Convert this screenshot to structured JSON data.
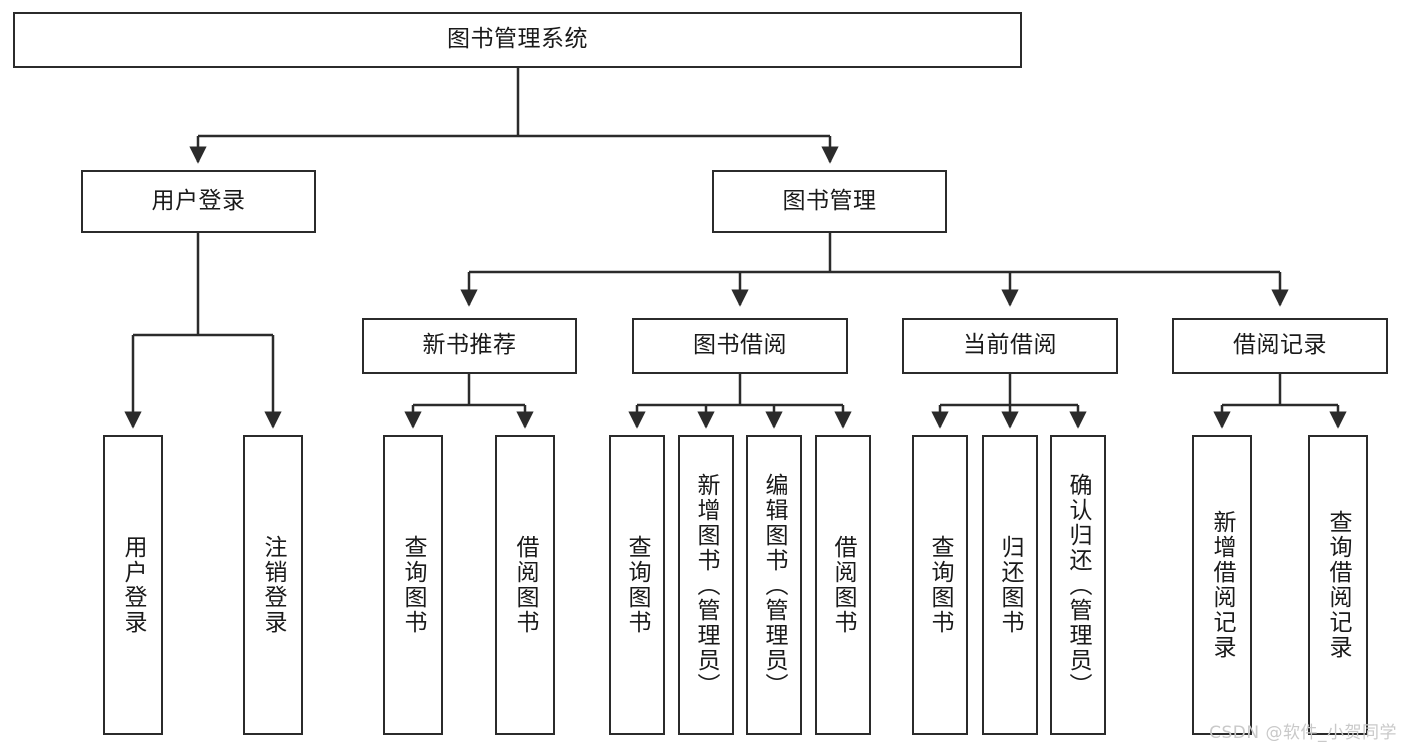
{
  "diagram": {
    "type": "tree-hierarchy",
    "title": "图书管理系统",
    "watermark": "CSDN @软件_小贺同学",
    "colors": {
      "stroke": "#2b2b2b",
      "fill": "#ffffff",
      "text": "#1a1a1a",
      "watermark": "#c9c9c9"
    },
    "levels": {
      "root": {
        "label": "图书管理系统"
      },
      "level2": [
        {
          "id": "user-login",
          "label": "用户登录"
        },
        {
          "id": "book-manage",
          "label": "图书管理"
        }
      ],
      "level3": [
        {
          "id": "new-book-recommend",
          "label": "新书推荐",
          "parent": "book-manage"
        },
        {
          "id": "book-borrow",
          "label": "图书借阅",
          "parent": "book-manage"
        },
        {
          "id": "current-borrow",
          "label": "当前借阅",
          "parent": "book-manage"
        },
        {
          "id": "borrow-record",
          "label": "借阅记录",
          "parent": "book-manage"
        }
      ],
      "leaves": [
        {
          "id": "leaf-user-login",
          "label": "用户登录",
          "parent": "user-login"
        },
        {
          "id": "leaf-logout-login",
          "label": "注销登录",
          "parent": "user-login"
        },
        {
          "id": "leaf-query-book-1",
          "label": "查询图书",
          "parent": "new-book-recommend"
        },
        {
          "id": "leaf-borrow-book-1",
          "label": "借阅图书",
          "parent": "new-book-recommend"
        },
        {
          "id": "leaf-query-book-2",
          "label": "查询图书",
          "parent": "book-borrow"
        },
        {
          "id": "leaf-add-book",
          "label": "新增图书（管理员）",
          "parent": "book-borrow"
        },
        {
          "id": "leaf-edit-book",
          "label": "编辑图书（管理员）",
          "parent": "book-borrow"
        },
        {
          "id": "leaf-borrow-book-2",
          "label": "借阅图书",
          "parent": "book-borrow"
        },
        {
          "id": "leaf-query-book-3",
          "label": "查询图书",
          "parent": "current-borrow"
        },
        {
          "id": "leaf-return-book",
          "label": "归还图书",
          "parent": "current-borrow"
        },
        {
          "id": "leaf-confirm-return",
          "label": "确认归还（管理员）",
          "parent": "current-borrow"
        },
        {
          "id": "leaf-add-record",
          "label": "新增借阅记录",
          "parent": "borrow-record"
        },
        {
          "id": "leaf-query-record",
          "label": "查询借阅记录",
          "parent": "borrow-record"
        }
      ]
    }
  }
}
